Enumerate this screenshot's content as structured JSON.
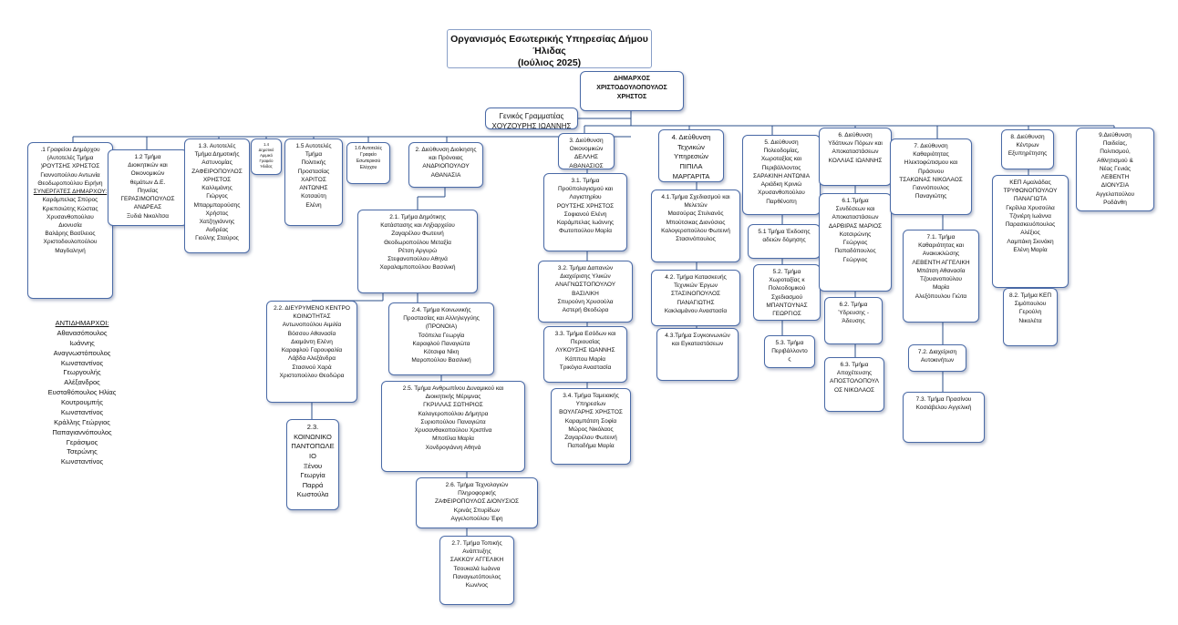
{
  "title_lines": [
    "Οργανισμός Εσωτερικής Υπηρεσίας Δήμου",
    "Ήλιδας",
    "(Ιούλιος 2025)"
  ],
  "boxes": [
    {
      "id": "mayor",
      "lines": [
        "ΔΗΜΑΡΧΟΣ",
        "ΧΡΙΣΤΟΔΟΥΛΟΠΟΥΛΟΣ",
        "ΧΡΗΣΤΟΣ"
      ]
    },
    {
      "id": "general-secretary",
      "lines": [
        "Γενικός Γραμματέας",
        "ΧΟΥΖΟΥΡΗΣ ΙΩΑΝΝΗΣ"
      ]
    },
    {
      "id": "unit-1",
      "lines": [
        ".1 Γραφείου Δημάρχου",
        "(Αυτοτελές Τμήμα",
        ")ΡΟΥΤΣΗΣ ΧΡΗΣΤΟΣ",
        "Γιαννοπούλου Αντωνία",
        "Θεοδωροπούλου Ειρήνη",
        "ΣΥΝΕΡΓΑΤΕΣ ΔΗΜΑΡΧΟΥ:",
        "Καράμπελας Σπύρος",
        "Κριεπσιώτης Κώστας",
        "Χρυσανθοπούλου",
        "Διονυσία",
        "Βαλάρης Βασίλειος",
        "Χριστοδουλοπούλου",
        "Μαγδαληνή"
      ]
    },
    {
      "id": "unit-1-2",
      "lines": [
        "1.2 Τμήμα",
        "Διοικητικών και",
        "Οικονομικών",
        "θεμάτων Δ.Ε.",
        "Πηνείας",
        "ΓΕΡΑΣΙΜΟΠΟΥΛΟΣ",
        "ΑΝΔΡΕΑΣ",
        "Ξυδιά Νικολίτσα"
      ]
    },
    {
      "id": "unit-1-3",
      "lines": [
        "1.3. Αυτοτελές",
        "Τμήμα Δημοτικής",
        "Αστυνομίας",
        "ΖΑΦΕΙΡΟΠΟΥΛΟΣ",
        "ΧΡΗΣΤΟΣ",
        "Καλλιμάνης",
        "Γιώργος",
        "Μπαρμπαρούσης",
        "Χρήστος",
        "Χατζηγιάννης",
        "Ανδρέας",
        "Γιούλης Σταύρος"
      ]
    },
    {
      "id": "unit-1-4",
      "lines": [
        "1.4",
        "Δημοτικό",
        "Αμιμικό",
        "Γραφείο",
        "Ήλιδας"
      ]
    },
    {
      "id": "unit-1-5",
      "lines": [
        "1.5 Αυτοτελές",
        "Τμήμα",
        "Πολιτικής",
        "Προστασίας",
        "ΧΑΡΙΤΟΣ",
        "ΑΝΤΩΝΗΣ",
        "Κοτσαύτη",
        "Ελένη"
      ]
    },
    {
      "id": "unit-1-6",
      "lines": [
        "1.6 Αυτοτελές",
        "Γραφείο",
        "Εσωτερικού",
        "Ελέγχου"
      ]
    },
    {
      "id": "dir-2",
      "lines": [
        "2. Διεύθυνση Διοίκησης",
        "και Πρόνοιας",
        "ΑΝΔΡΙΟΠΟΥΛΟΥ",
        "ΑΘΑΝΑΣΙΑ"
      ]
    },
    {
      "id": "dept-2-1",
      "lines": [
        "2.1. Τμήμα Δημότικης",
        "Κατάστασης και Ληξιαρχείου",
        "Ζαγαρέλου Φωτεινή",
        "Θεοδωροπούλου Μεταξία",
        "Ρέτση Αργυρώ",
        "Στεφανοπούλου Αθηνά",
        "Χαραλαμποπούλου Βασιλική"
      ]
    },
    {
      "id": "dept-2-2",
      "lines": [
        "2.2. ΔΙΕΥΡΥΜΕΝΟ ΚΕΝΤΡΟ",
        "ΚΟΙΝΟΤΗΤΑΣ",
        "Αντωνοπούλου Αιμιλία",
        "Βόσσου Αθανασία",
        "Διαμάντη Ελένη",
        "Καραφλού Γαρουφαλία",
        "Λάβδα Αλεξάνδρα",
        "Στασινού Χαρά",
        "Χριστοπούλου Θεοδώρα"
      ]
    },
    {
      "id": "dept-2-3",
      "lines": [
        "2.3.",
        "ΚΟΙΝΩΝΙΚΟ",
        "ΠΑΝΤΟΠΩΛΕ",
        "ΙΟ",
        "Ξένου",
        "Γεωργία",
        "Παρρά",
        "Κωστούλα"
      ]
    },
    {
      "id": "dept-2-4",
      "lines": [
        "2.4. Τμήμα Κοινωνικής",
        "Προστασίας και Αλληλεγγύης",
        "(ΠΡΟΝΟΙΑ)",
        "Τσόπελα Γεωργία",
        "Καραφλού Παναγιώτα",
        "Κότσιφα Νίκη",
        "Μαροπούλου Βασιλική"
      ]
    },
    {
      "id": "dept-2-5",
      "lines": [
        "2.5. Τμήμα Ανθρωπίνου Δυναμικού και",
        "Διοικητικής Μέριμνας",
        "ΓΚΡΙΛΛΑΣ ΣΩΤΗΡΙΟΣ",
        "Καλογεροπούλου Δήμητρα",
        "Συριοπούλου Παναγιώτα",
        "Χρυσανθακοπούλου Χριστίνα",
        "Μποτίλια Μαρία",
        "Χονδρογιάννη Αθηνά"
      ]
    },
    {
      "id": "dept-2-6",
      "lines": [
        "2.6. Τμήμα Τεχνολογιών",
        "Πληροφορικής",
        "ΖΑΦΕΙΡΟΠΟΥΛΟΣ ΔΙΟΝΥΣΙΟΣ",
        "Κρινάς Σπυρίδων",
        "Αγγελοπούλου Έφη"
      ]
    },
    {
      "id": "dept-2-7",
      "lines": [
        "2.7. Τμήμα Τοπικής",
        "Ανάπτυξης",
        "ΣΑΚΚΟΥ ΑΓΓΕΛΙΚΗ",
        "Τσουκαλά Ιωάννα",
        "Παναγιωτόπουλος",
        "Κων/νος"
      ]
    },
    {
      "id": "dir-3",
      "lines": [
        "3. Διεύθυνση",
        "Οικονομικών",
        "ΔΕΛΛΗΣ",
        "ΑΘΑΝΑΣΙΟΣ"
      ]
    },
    {
      "id": "dept-3-1",
      "lines": [
        "3.1. Τμήμα",
        "Προϋπολογισμού και",
        "Λογιστηρίου",
        "ΡΟΥΤΣΗΣ ΧΡΗΣΤΟΣ",
        "Σοφιανού Ελένη",
        "Καράμπελας Ιωάννης",
        "Φωτοπούλου Μαρία"
      ]
    },
    {
      "id": "dept-3-2",
      "lines": [
        "3.2. Τμήμα Δαπανών",
        "Διαχείρισης Υλικών",
        "ΑΝΑΓΝΩΣΤΟΠΟΥΛΟΥ",
        "ΒΑΣΙΛΙΚΗ",
        "Σπυρούνη Χρυσούλα",
        "Αστερή Θεοδώρα"
      ]
    },
    {
      "id": "dept-3-3",
      "lines": [
        "3.3. Τμήμα Εσόδων και",
        "Περιουσίας",
        "ΛΥΚΟΥΣΗΣ ΙΩΑΝΝΗΣ",
        "Κάπποu Μαρία",
        "Τρικόγια Αναστασία"
      ]
    },
    {
      "id": "dept-3-4",
      "lines": [
        "3.4. Τμήμα Ταμειακής",
        "Υπηρεσίων",
        "ΒΟΥΛΓΑΡΗΣ ΧΡΗΣΤΟΣ",
        "Καραμπάτση Σοφία",
        "Μώρος Νικόλαος",
        "Ζαγαρέλου Φωτεινή",
        "Παπαδήμα Μαρία"
      ]
    },
    {
      "id": "dir-4",
      "lines": [
        "4. Διεύθυνση",
        "Τεχνικών",
        "Υπηρεσιών",
        "ΠΙΠΙΛΑ",
        "ΜΑΡΓΑΡΙΤΑ"
      ]
    },
    {
      "id": "dept-4-1",
      "lines": [
        "4.1.Τμήμα Σχεδιασμού και",
        "Μελετών",
        "Μασούρας Στυλιανός",
        "Μπούτσικας Διονύσιος",
        "Καλογεροπούλου Φωτεινή",
        "Στασινόπουλος"
      ]
    },
    {
      "id": "dept-4-2",
      "lines": [
        "4.2. Τμήμα Κατασκευής",
        "Τεχνικών Έργων",
        "ΣΤΑΣΙΝΟΠΟΥΛΟΣ",
        "ΠΑΝΑΓΙΩΤΗΣ",
        "Κακλαμάνου Αναστασία"
      ]
    },
    {
      "id": "dept-4-3",
      "lines": [
        "4.3.Τμήμα Συγκοινωνιών",
        "και Εγκαταστάσεων"
      ]
    },
    {
      "id": "dir-5",
      "lines": [
        "5. Διεύθυνση",
        "Πολεοδομίας,",
        "Χωροταξίας και",
        "Περιβάλλοντος",
        "ΣΑΡΑΚΙΝΗ ΑΝΤΩΝΙΑ",
        "Αριάδκη Κρινιώ",
        "Χρυσανθοπούλου",
        "Παρθένοπη"
      ]
    },
    {
      "id": "dept-5-1",
      "lines": [
        "5.1 Τμήμα Έκδοσης",
        "αδειών δόμησης"
      ]
    },
    {
      "id": "dept-5-2",
      "lines": [
        "5.2. Τμήμα",
        "Χωροταξίας κ",
        "Πολεοδομικού",
        "Σχεδιασμού",
        "ΜΠΑΝΤΟΥΝΑΣ",
        "ΓΕΩΡΓΙΟΣ"
      ]
    },
    {
      "id": "dept-5-3",
      "lines": [
        "5.3. Τμήμα",
        "Περιβάλλοντο",
        "ς"
      ]
    },
    {
      "id": "dir-6",
      "lines": [
        "6. Διεύθυνση",
        "Υδάτινων Πόρων και",
        "Αποκαταστάσεων",
        "ΚΟΛΛΙΑΣ ΙΩΑΝΝΗΣ"
      ]
    },
    {
      "id": "dept-6-1",
      "lines": [
        "6.1.Τμήμα",
        "Συνδέσεων και",
        "Αποκαταστάσεων",
        "ΔΑΡΒΙΡΑΣ ΜΑΡΙΟΣ",
        "Κοτσιρώνης",
        "Γεώργιος",
        "Παπαδόπουλος",
        "Γεώργιος"
      ]
    },
    {
      "id": "dept-6-2",
      "lines": [
        "6.2. Τμήμα",
        "Ύδρευσης -",
        "Άδευσης"
      ]
    },
    {
      "id": "dept-6-3",
      "lines": [
        "6.3. Τμήμα",
        "Αποχέτευσης",
        "ΑΠΟΣΤΟΛΟΠΟΥΛ",
        "ΟΣ ΝΙΚΟΛΑΟΣ"
      ]
    },
    {
      "id": "dir-7",
      "lines": [
        "7. Διεύθυνση",
        "Καθαριότητας",
        "Ηλεκτοφώτισμου και",
        "Πράσινου",
        "ΤΣΑΚΩΝΑΣ ΝΙΚΟΛΑΟΣ",
        "Γιαννόπουλος",
        "Παναγιώτης"
      ]
    },
    {
      "id": "dept-7-1",
      "lines": [
        "7.1. Τμήμα",
        "Καθαριότητας και",
        "Ανακυκλώσης",
        "ΛΕΒΕΝΤΗ ΑΓΓΕΛΙΚΗ",
        "Μπάτση Αθανασία",
        "Τζουανοπούλου",
        "Μαρία",
        "Αλεξόπουλου Γιώτα"
      ]
    },
    {
      "id": "dept-7-2",
      "lines": [
        "7.2. Διαχείριση",
        "Αυτοκινήτων"
      ]
    },
    {
      "id": "dept-7-3",
      "lines": [
        "7.3. Τμήμα Πρασίνου",
        "Κοσιάβελου Αγγελική"
      ]
    },
    {
      "id": "dir-8",
      "lines": [
        "8. Διεύθυνση",
        "Κέντρων",
        "Εξυπηρέτησης"
      ]
    },
    {
      "id": "dept-8-kep",
      "lines": [
        "ΚΕΠ Αμαλιάδας",
        "ΤΡΥΦΩΝΟΠΟΥΛΟΥ",
        "ΠΑΝΑΓΙΩΤΑ",
        "Γκρίλλα Χρυσούλα",
        "Τζινιέρη Ιωάννα",
        "Παρασκευόπουλος",
        "Αλέξιος",
        "Λαμπάκη Σκινάκη",
        "Ελένη Μαρία"
      ]
    },
    {
      "id": "dept-8-2",
      "lines": [
        "8.2. Τμήμα ΚΕΠ",
        "Σιμόπουλου",
        "Γερούλη",
        "Νικολέτα"
      ]
    },
    {
      "id": "dir-9",
      "lines": [
        "9.Διεύθυνση",
        "Παιδείας,",
        "Πολιτισμού,",
        "Αθλητισμού &",
        "Νέας Γενιάς",
        "ΛΕΒΕΝΤΗ",
        "ΔΙΟΝΥΣΙΑ",
        "Αγγελοπούλου",
        "Ροδάνθη"
      ]
    }
  ],
  "deputy_mayors": {
    "heading": "ΑΝΤΙΔΗΜΑΡΧΟΙ:",
    "names": [
      "Αθανασόπουλος",
      "Ιωάννης",
      "Αναγνωστόπουλος",
      "Κωνσταντίνος",
      "Γεωργουλής",
      "Αλέξανδρος",
      "Ευσταθόπουλος Ηλίας",
      "Κουτρουμπής",
      "Κωνσταντίνος",
      "Κράλλης Γεώργιος",
      "Παπαγιαννόπουλος",
      "Γεράσιμος",
      "Τσερώνης",
      "Κωνσταντίνος"
    ]
  },
  "colors": {
    "box_border": "#4a6aa6",
    "connector": "#2b4f8a",
    "title_border": "#8aa0c8"
  }
}
